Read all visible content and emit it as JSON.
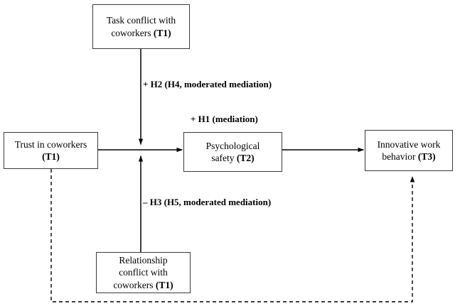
{
  "diagram": {
    "title": "Conceptual research model: trust, conflict, psychological safety and innovative work behavior",
    "type": "path-model",
    "background_color": "#ffffff",
    "line_color": "#000000",
    "box_border_color": "#3a3a3a"
  },
  "nodes": [
    {
      "id": "task-conflict",
      "line1": "Task conflict  with",
      "line2": "coworkers ",
      "wave": "(T1)",
      "full_label": "Task conflict with coworkers (T1)"
    },
    {
      "id": "trust",
      "line1": "Trust in coworkers",
      "line2": "",
      "wave": "(T1)",
      "full_label": "Trust in coworkers (T1)"
    },
    {
      "id": "psychological-safety",
      "line1": "Psychological",
      "line2": "safety ",
      "wave": "(T2)",
      "full_label": "Psychological safety (T2)"
    },
    {
      "id": "innovative-work-behavior",
      "line1": "Innovative  work",
      "line2": "behavior ",
      "wave": "(T3)",
      "full_label": "Innovative work behavior (T3)"
    },
    {
      "id": "relationship-conflict",
      "line1": "Relationship",
      "line2": "conflict  with",
      "line3": "coworkers ",
      "wave": "(T1)",
      "full_label": "Relationship conflict with coworkers (T1)"
    }
  ],
  "hypothesis_labels": {
    "h2": "+ H2 (H4, moderated mediation)",
    "h1": "+ H1 (mediation)",
    "h3": "– H3 (H5, moderated mediation)"
  },
  "edges": [
    {
      "id": "trust-to-psych",
      "from": "trust",
      "to": "psychological-safety",
      "style": "solid",
      "arrow": "end",
      "label": "+ H1 (mediation)"
    },
    {
      "id": "psych-to-iwb",
      "from": "psychological-safety",
      "to": "innovative-work-behavior",
      "style": "solid",
      "arrow": "end",
      "label": ""
    },
    {
      "id": "task-conflict-moderator",
      "from": "task-conflict",
      "to": "trust-to-psych",
      "style": "solid",
      "arrow": "end",
      "label": "+ H2 (H4, moderated mediation)"
    },
    {
      "id": "relationship-conflict-moderator",
      "from": "relationship-conflict",
      "to": "trust-to-psych",
      "style": "solid",
      "arrow": "end",
      "label": "– H3 (H5, moderated mediation)"
    },
    {
      "id": "trust-to-iwb-direct",
      "from": "trust",
      "to": "innovative-work-behavior",
      "style": "dashed",
      "arrow": "end",
      "label": ""
    }
  ]
}
